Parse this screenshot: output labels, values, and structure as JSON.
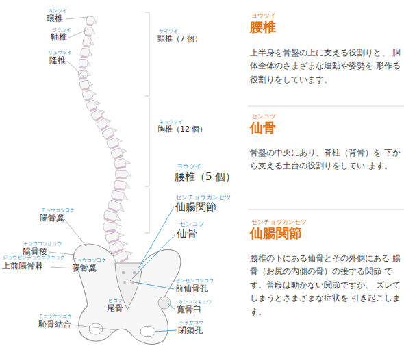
{
  "diagram": {
    "labels": [
      "カンツイ",
      "環椎",
      "ジクツイ",
      "軸椎",
      "リュウツイ",
      "隆椎",
      "ケイツイ",
      "頸椎（7 個）",
      "キョウツイ",
      "胸椎（12 個）",
      "ヨウツイ",
      "腰椎（5 個）",
      "センチョウカンセツ",
      "仙腸関節",
      "センコツ",
      "仙骨",
      "チョウコツヨク",
      "腸骨翼",
      "チョウコツリョウ",
      "腸骨稜",
      "ジョウゼンチョウコツキョク",
      "上前腸骨棘",
      "チョウコツヨク",
      "腸骨翼",
      "ビコツ",
      "尾骨",
      "ゼンセンコツコウ",
      "前仙骨孔",
      "カンコツキュウ",
      "寛骨臼",
      "ヘイサコウ",
      "閉鎖孔",
      "チコツケツゴウ",
      "恥骨結合",
      "ヨウツイ",
      "腰椎",
      "上半身を骨盤の上に支える役割りと、 胴体全体のさまざまな運動や姿勢を 形作る役割りをしています。",
      "センコツ",
      "仙骨",
      "骨盤の中央にあり、脊柱（背骨）を 下から支える土台の役割りをしてい ます。",
      "センチョウカンセツ",
      "仙腸関節",
      "腰椎の下にある仙骨とその外側にある 腸骨（お尻の内側の骨）の接する関節 です。普段は動かない関節ですが、 ズレてしまうとさまざまな症状を 引き起こします。"
    ]
  }
}
